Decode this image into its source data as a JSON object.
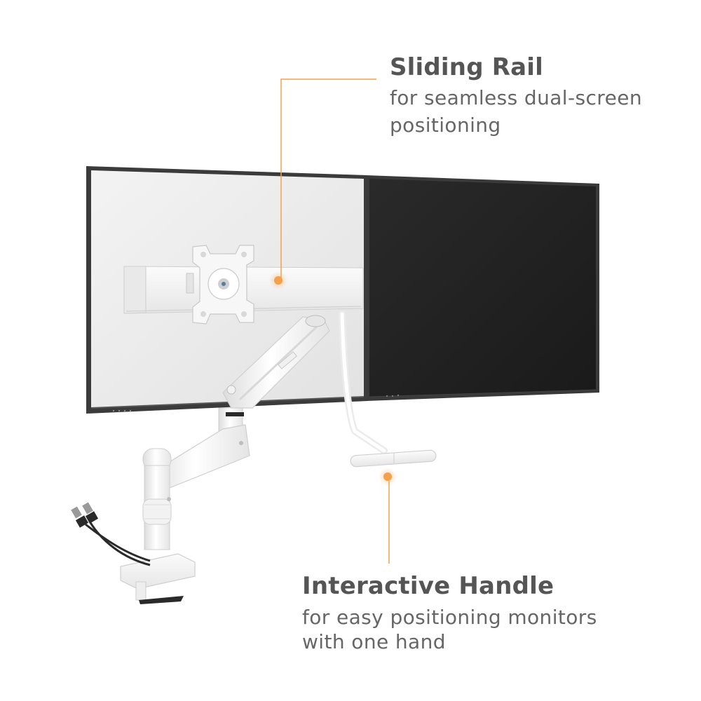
{
  "callouts": {
    "sliding_rail": {
      "title": "Sliding Rail",
      "description_line1": "for seamless dual-screen",
      "description_line2": "positioning"
    },
    "interactive_handle": {
      "title": "Interactive Handle",
      "description_line1": "for easy positioning monitors",
      "description_line2": "with one hand"
    }
  },
  "colors": {
    "accent": "#F5A04A",
    "text_title": "#555555",
    "text_body": "#666666",
    "monitor_bezel": "#2A2A2A",
    "monitor_screen": "#1E1E1E",
    "monitor_back": "#E8E8E8",
    "mount_white": "#F4F4F4"
  }
}
